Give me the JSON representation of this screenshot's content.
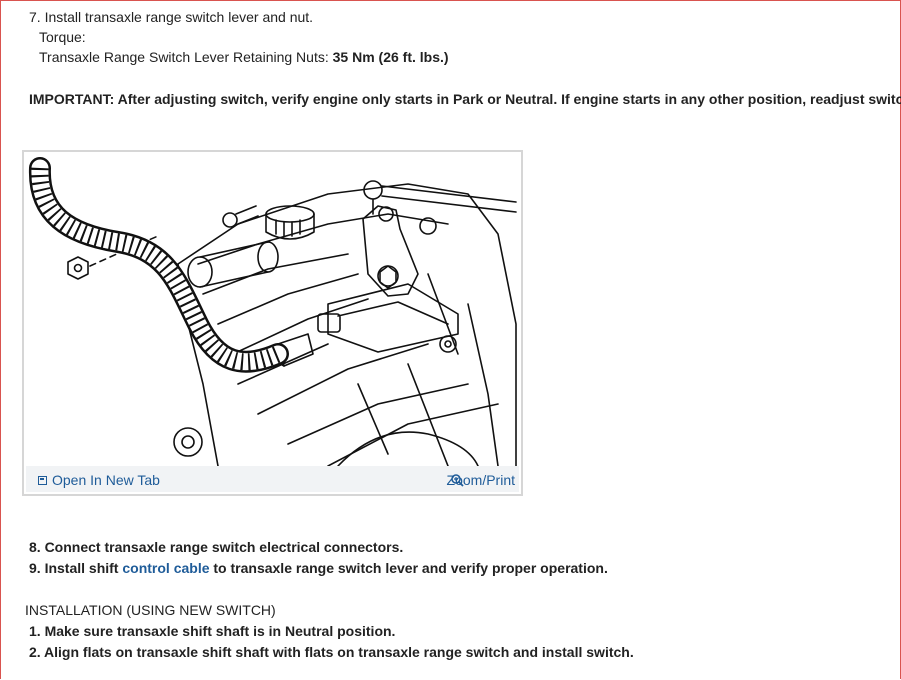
{
  "step7": {
    "text": "7. Install transaxle range switch lever and nut.",
    "torque_label": "Torque:",
    "spec_label": "Transaxle Range Switch Lever Retaining Nuts:",
    "spec_value": "35 Nm (26 ft. lbs.)"
  },
  "important": {
    "text": "IMPORTANT: After adjusting switch, verify engine only starts in Park or Neutral. If engine starts in any other position, readjust switch."
  },
  "figure": {
    "open_tab_label": "Open In New Tab",
    "zoom_label": "Zoom/Print"
  },
  "step8": {
    "text": "8. Connect transaxle range switch electrical connectors."
  },
  "step9": {
    "prefix": "9. Install shift",
    "link": "control cable",
    "suffix": "to transaxle range switch lever and verify proper operation."
  },
  "installation": {
    "heading": "INSTALLATION (USING NEW SWITCH)",
    "steps": [
      "1. Make sure transaxle shift shaft is in Neutral position.",
      "2. Align flats on transaxle shift shaft with flats on transaxle range switch and install switch."
    ]
  },
  "colors": {
    "link": "#1f5c99",
    "frame": "#d9534f"
  }
}
